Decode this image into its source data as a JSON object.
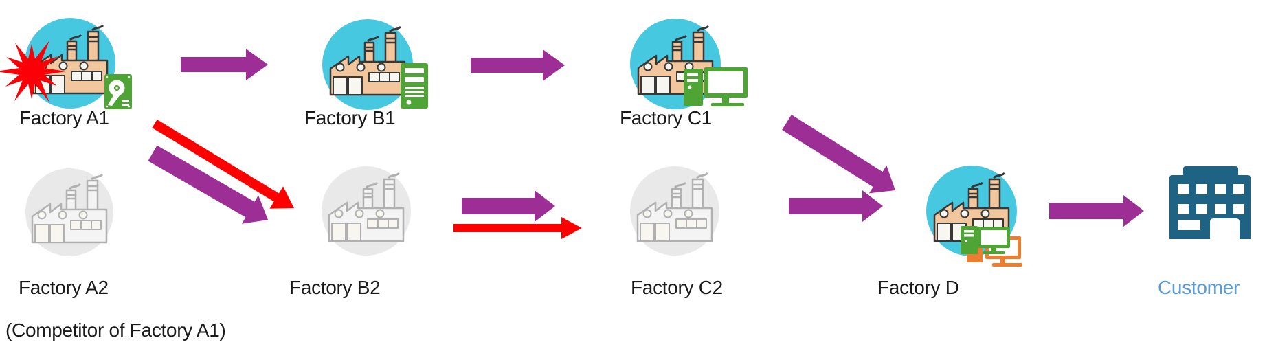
{
  "diagram": {
    "nodes": [
      {
        "id": "factory-a1",
        "label": "Factory A1",
        "status": "active",
        "icons": [
          "explosion-icon",
          "hard-drive-icon"
        ]
      },
      {
        "id": "factory-b1",
        "label": "Factory B1",
        "status": "active",
        "icons": [
          "server-icon"
        ]
      },
      {
        "id": "factory-c1",
        "label": "Factory C1",
        "status": "active",
        "icons": [
          "desktop-computer-icon"
        ]
      },
      {
        "id": "factory-a2",
        "label": "Factory A2",
        "sublabel": "(Competitor of Factory A1)",
        "status": "inactive",
        "icons": []
      },
      {
        "id": "factory-b2",
        "label": "Factory B2",
        "status": "inactive",
        "icons": []
      },
      {
        "id": "factory-c2",
        "label": "Factory C2",
        "status": "inactive",
        "icons": []
      },
      {
        "id": "factory-d",
        "label": "Factory D",
        "status": "active",
        "icons": [
          "desktop-computer-green-icon",
          "desktop-computer-orange-icon"
        ]
      },
      {
        "id": "customer",
        "label": "Customer",
        "status": "customer",
        "icons": [
          "office-building-icon"
        ]
      }
    ],
    "edges": [
      {
        "from": "factory-a1",
        "to": "factory-b1",
        "color": "purple",
        "style": "flow"
      },
      {
        "from": "factory-b1",
        "to": "factory-c1",
        "color": "purple",
        "style": "flow"
      },
      {
        "from": "factory-a1",
        "to": "factory-b2",
        "color": "red",
        "style": "disruption"
      },
      {
        "from": "factory-a1",
        "to": "factory-b2",
        "color": "purple",
        "style": "flow"
      },
      {
        "from": "factory-b2",
        "to": "factory-c2",
        "color": "purple",
        "style": "flow"
      },
      {
        "from": "factory-b2",
        "to": "factory-c2",
        "color": "red",
        "style": "disruption"
      },
      {
        "from": "factory-c1",
        "to": "factory-d",
        "color": "purple",
        "style": "flow"
      },
      {
        "from": "factory-c2",
        "to": "factory-d",
        "color": "purple",
        "style": "flow"
      },
      {
        "from": "factory-d",
        "to": "customer",
        "color": "purple",
        "style": "flow"
      }
    ],
    "colors": {
      "flow": "#9C2E96",
      "disruption": "#FF0000",
      "incident": "#FB0006",
      "node_active": "#47C8E1",
      "node_inactive": "#E9E9E9",
      "device_green": "#4EA434",
      "device_orange": "#ED7D31",
      "building_blue": "#1F6384",
      "customer_label": "#5B9BD5",
      "text": "#1A1A1A"
    }
  }
}
